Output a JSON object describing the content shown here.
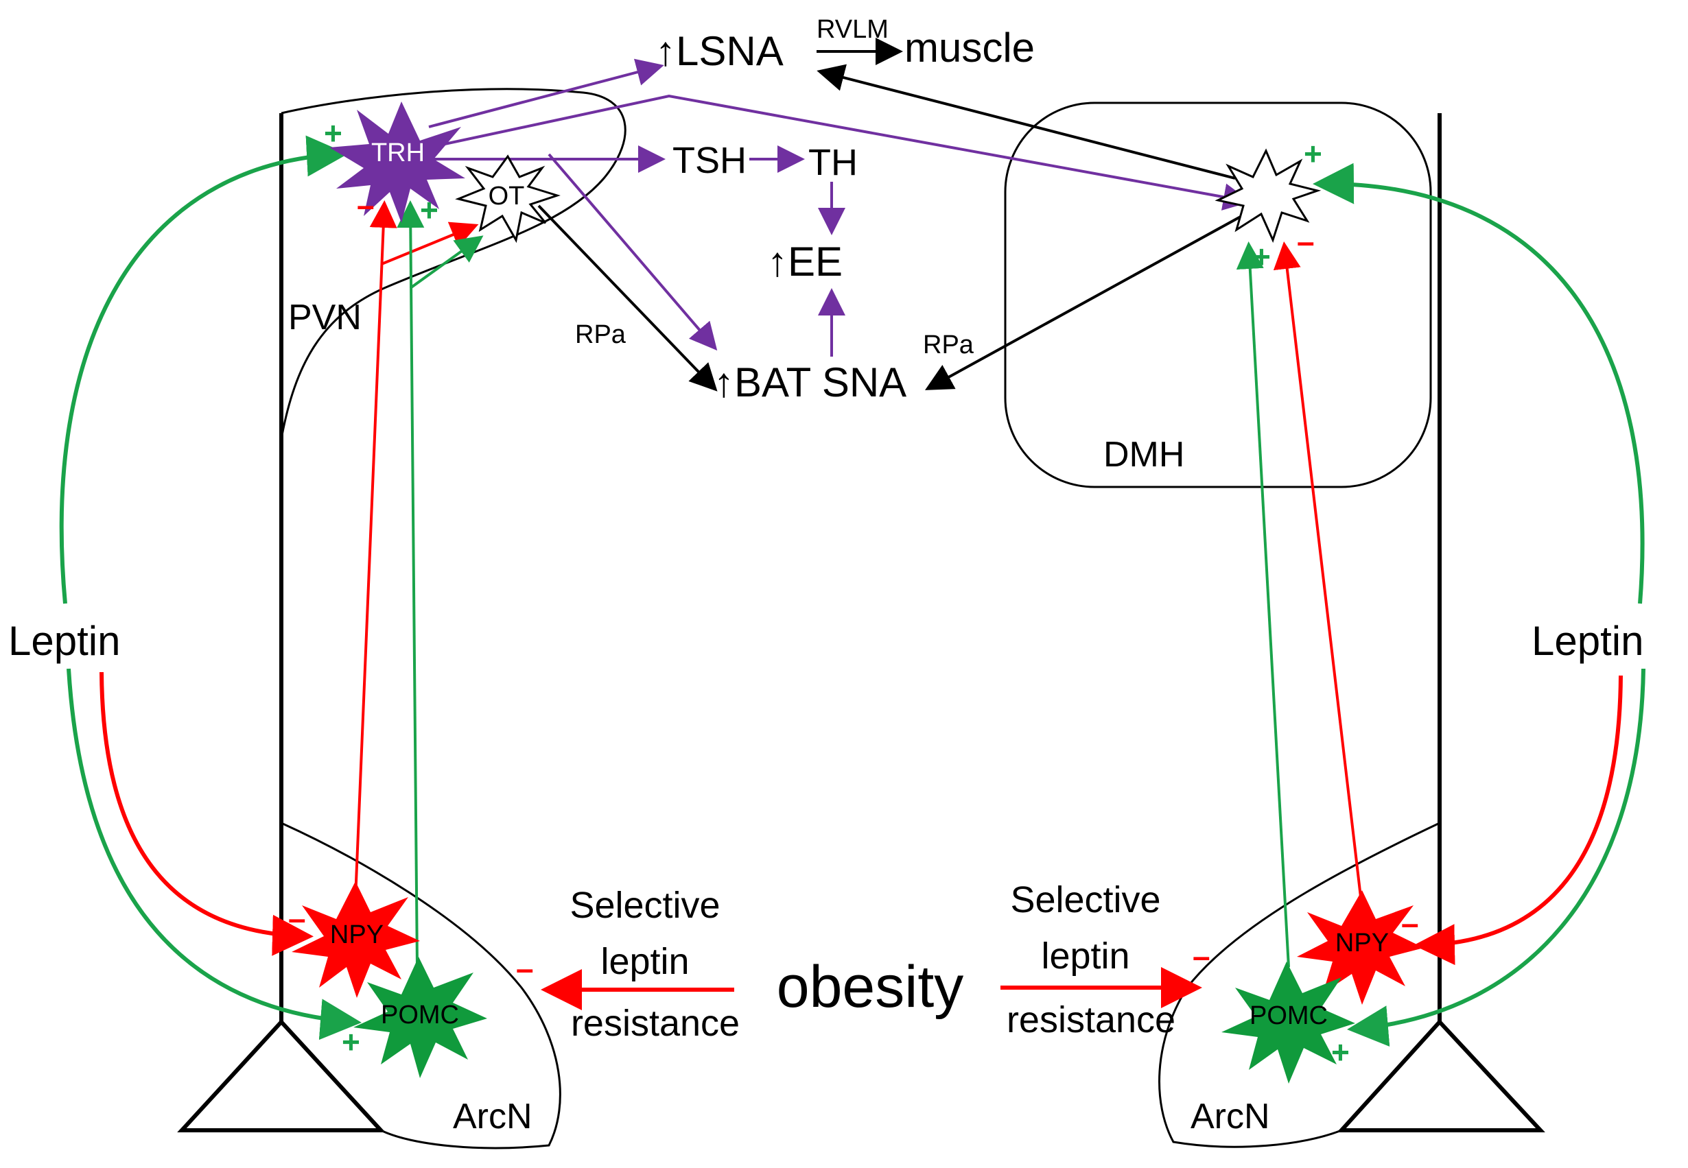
{
  "nodes": {
    "lsna": "↑LSNA",
    "rvlm": "RVLM",
    "muscle": "muscle",
    "trh": "TRH",
    "ot": "OT",
    "tsh": "TSH",
    "th": "TH",
    "ee": "↑EE",
    "bat_sna": "↑BAT SNA",
    "rpa_left": "RPa",
    "rpa_right": "RPa",
    "pvn": "PVN",
    "dmh": "DMH",
    "npy_left": "NPY",
    "pomc_left": "POMC",
    "npy_right": "NPY",
    "pomc_right": "POMC",
    "arcn_left": "ArcN",
    "arcn_right": "ArcN",
    "leptin_left": "Leptin",
    "leptin_right": "Leptin",
    "obesity": "obesity",
    "slr_left": [
      "Selective",
      "leptin",
      "resistance"
    ],
    "slr_right": [
      "Selective",
      "leptin",
      "resistance"
    ]
  },
  "signs": {
    "plus": "+",
    "minus": "–"
  },
  "colors": {
    "purple": "#7030a0",
    "green": "#1aa34a",
    "red": "#ff0000",
    "black": "#000000",
    "npy_fill": "#ff0000",
    "pomc_fill": "#109a3c",
    "trh_fill": "#7030a0"
  }
}
